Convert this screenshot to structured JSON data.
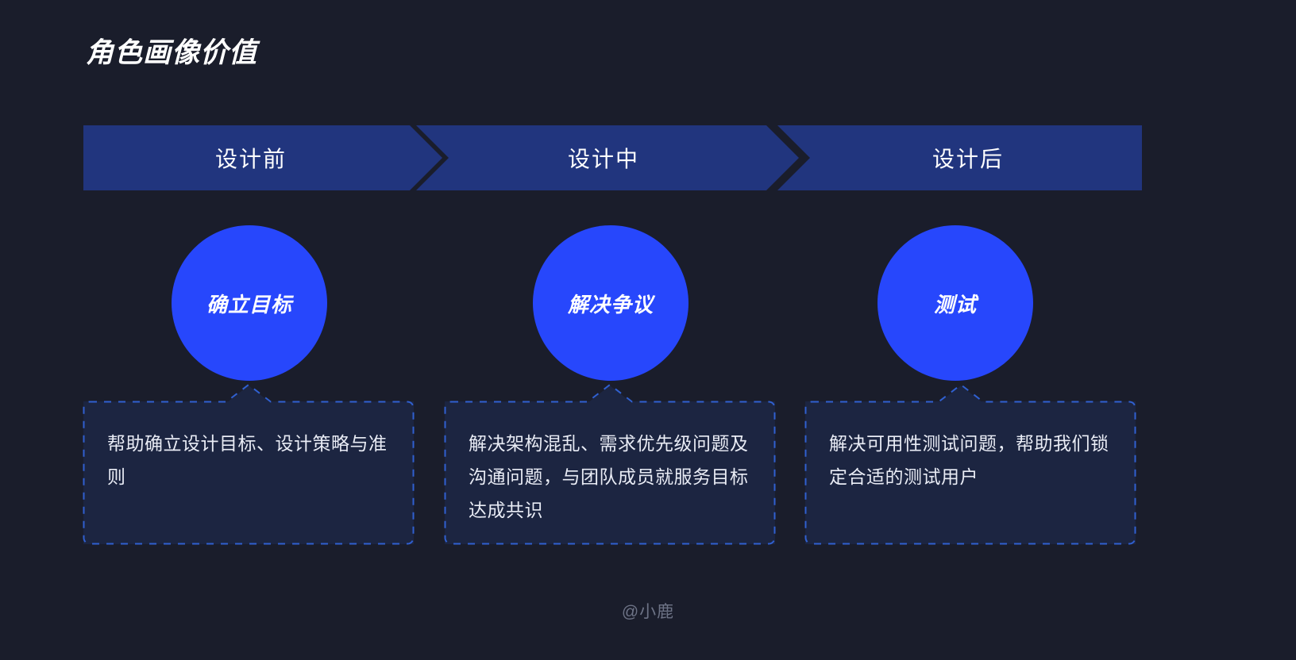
{
  "page": {
    "title": "角色画像价值",
    "watermark": "@小鹿",
    "background_color": "#1a1d2b"
  },
  "colors": {
    "background": "#1a1d2b",
    "banner": "#21357e",
    "circle": "#2747fc",
    "card_fill": "#1c2541",
    "card_border": "#3060d0",
    "text_primary": "#ffffff",
    "text_body": "#e9ecf5",
    "watermark": "#6d7386"
  },
  "banner": {
    "phases": [
      {
        "label": "设计前"
      },
      {
        "label": "设计中"
      },
      {
        "label": "设计后"
      }
    ]
  },
  "stages": [
    {
      "circle_label": "确立目标",
      "description": "帮助确立设计目标、设计策略与准则"
    },
    {
      "circle_label": "解决争议",
      "description": "解决架构混乱、需求优先级问题及沟通问题，与团队成员就服务目标达成共识"
    },
    {
      "circle_label": "测试",
      "description": "解决可用性测试问题，帮助我们锁定合适的测试用户"
    }
  ]
}
